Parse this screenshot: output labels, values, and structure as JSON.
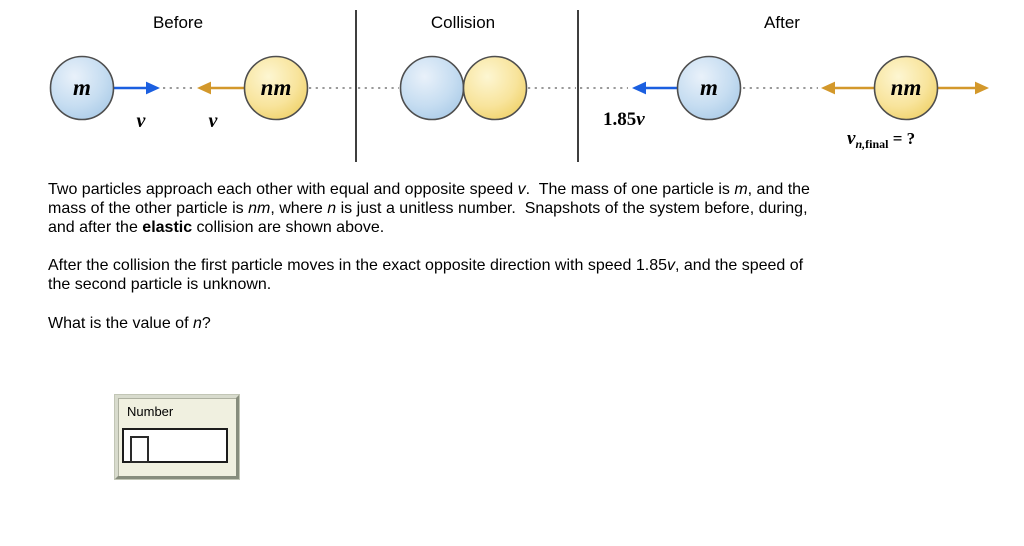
{
  "diagram": {
    "before": {
      "title": "Before",
      "mass1": "m",
      "mass2": "nm",
      "v1": "v",
      "v2": "v"
    },
    "collision": {
      "title": "Collision"
    },
    "after": {
      "title": "After",
      "speed_value": "1.85",
      "speed_var": "v",
      "mass1": "m",
      "mass2": "nm",
      "vfinal_var": "v",
      "vfinal_sub_italic": "n,",
      "vfinal_sub_roman": "final",
      "vfinal_eq": " = ?"
    },
    "colors": {
      "particle_blue": "#bdd8ef",
      "particle_yellow": "#f6dd8d",
      "arrow_blue": "#1b5fe0",
      "arrow_amber": "#d3982b",
      "dotted_line": "#9a9a9a",
      "divider": "#3f3f3f",
      "circle_stroke": "#4e4e4e"
    }
  },
  "text": {
    "para1": [
      [
        {
          "t": "Two particles approach each other with equal and opposite speed "
        },
        {
          "t": "v",
          "i": true
        },
        {
          "t": ".  The mass of one particle is "
        },
        {
          "t": "m",
          "i": true
        },
        {
          "t": ", and the"
        }
      ],
      [
        {
          "t": "mass of the other particle is "
        },
        {
          "t": "nm",
          "i": true
        },
        {
          "t": ", where "
        },
        {
          "t": "n",
          "i": true
        },
        {
          "t": " is just a unitless number.  Snapshots of the system before, during,"
        }
      ],
      [
        {
          "t": "and after the "
        },
        {
          "t": "elastic",
          "b": true
        },
        {
          "t": " collision are shown above."
        }
      ]
    ],
    "para2": [
      [
        {
          "t": "After the collision the first particle moves in the exact opposite direction with speed 1.85"
        },
        {
          "t": "v",
          "i": true
        },
        {
          "t": ", and the speed of"
        }
      ],
      [
        {
          "t": "the second particle is unknown."
        }
      ]
    ],
    "para3": [
      [
        {
          "t": "What is the value of "
        },
        {
          "t": "n",
          "i": true
        },
        {
          "t": "?"
        }
      ]
    ]
  },
  "answer": {
    "label": "Number",
    "value": ""
  }
}
